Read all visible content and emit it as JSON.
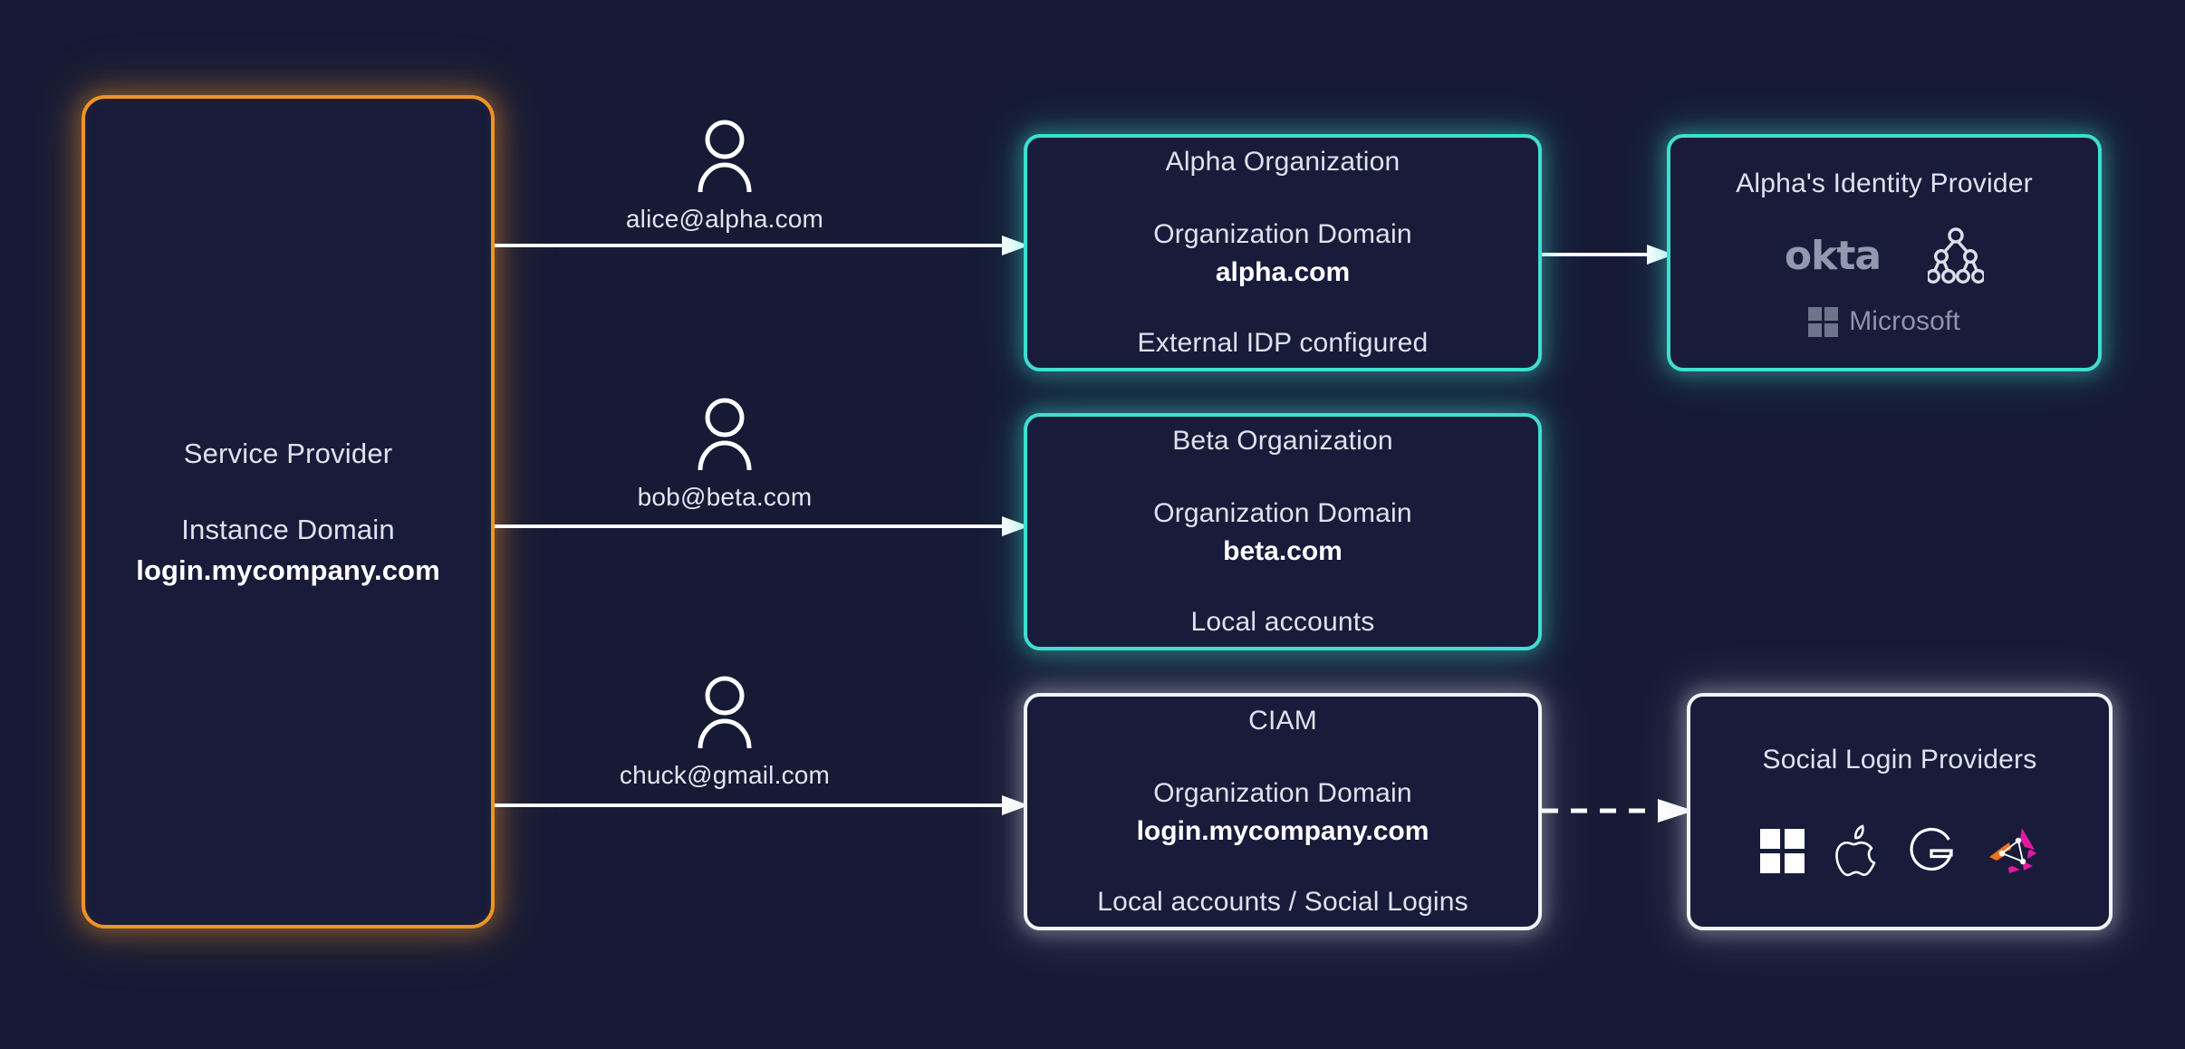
{
  "background_color": "#161a35",
  "colors": {
    "panel_border_orange": "#ef9426",
    "card_border_teal": "#3fded0",
    "card_border_white": "#f2f3f8",
    "card_fill": "#181c3a",
    "text_primary": "#e8eaf2",
    "arrow": "#ffffff",
    "okta_grey": "#9298ae",
    "microsoft_grey": "#8f94a9"
  },
  "service_provider": {
    "title": "Service Provider",
    "domain_label": "Instance Domain",
    "domain_value": "login.mycompany.com"
  },
  "users": [
    {
      "icon": "person-icon",
      "email": "alice@alpha.com"
    },
    {
      "icon": "person-icon",
      "email": "bob@beta.com"
    },
    {
      "icon": "person-icon",
      "email": "chuck@gmail.com"
    }
  ],
  "organizations": [
    {
      "title": "Alpha Organization",
      "domain_label": "Organization Domain",
      "domain_value": "alpha.com",
      "note": "External IDP configured",
      "border": "teal"
    },
    {
      "title": "Beta Organization",
      "domain_label": "Organization Domain",
      "domain_value": "beta.com",
      "note": "Local accounts",
      "border": "teal"
    },
    {
      "title": "CIAM",
      "domain_label": "Organization Domain",
      "domain_value": "login.mycompany.com",
      "note": "Local accounts / Social Logins",
      "border": "white"
    }
  ],
  "identity_provider": {
    "title": "Alpha's Identity Provider",
    "border": "teal",
    "logos": [
      {
        "name": "okta-logo",
        "label": "okta"
      },
      {
        "name": "ldap-tree-icon",
        "label": ""
      },
      {
        "name": "microsoft-logo",
        "label": "Microsoft"
      }
    ]
  },
  "social_providers": {
    "title": "Social  Login Providers",
    "border": "white",
    "logos": [
      {
        "name": "microsoft-windows-icon",
        "label": ""
      },
      {
        "name": "apple-logo-icon",
        "label": ""
      },
      {
        "name": "google-g-icon",
        "label": ""
      },
      {
        "name": "auth0-multicolor-icon",
        "label": ""
      }
    ]
  },
  "arrows": [
    {
      "name": "arrow-alice-to-alpha",
      "style": "solid"
    },
    {
      "name": "arrow-bob-to-beta",
      "style": "solid"
    },
    {
      "name": "arrow-chuck-to-ciam",
      "style": "solid"
    },
    {
      "name": "arrow-alpha-to-idp",
      "style": "solid"
    },
    {
      "name": "arrow-ciam-to-social",
      "style": "dashed"
    }
  ]
}
